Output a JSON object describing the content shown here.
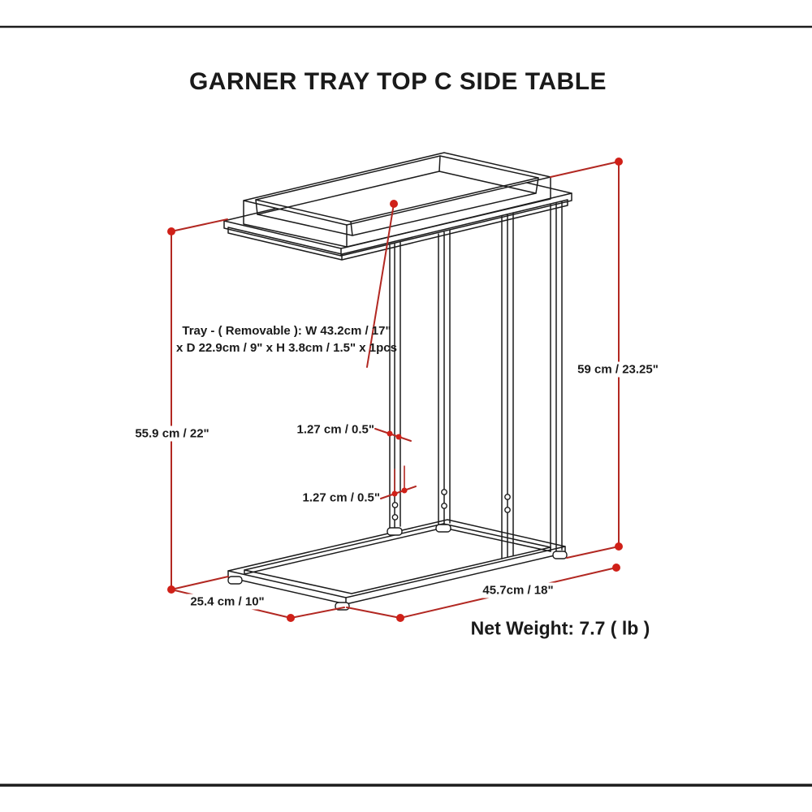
{
  "title": "GARNER TRAY TOP C SIDE TABLE",
  "diagram": {
    "labels": {
      "tray_line1": "Tray - ( Removable ): W 43.2cm / 17\"",
      "tray_line2": "x D 22.9cm / 9\" x H 3.8cm / 1.5\" x 1pcs",
      "height_left": "55.9 cm / 22\"",
      "height_right": "59 cm / 23.25\"",
      "tube_upper": "1.27 cm / 0.5\"",
      "tube_lower": "1.27 cm / 0.5\"",
      "base_width": "45.7cm / 18\"",
      "base_depth": "25.4 cm / 10\""
    },
    "net_weight": "Net Weight: 7.7 ( lb )",
    "colors": {
      "dimension_line": "#b22822",
      "dimension_dot": "#d02018",
      "drawing_line": "#1c1c1c"
    }
  }
}
